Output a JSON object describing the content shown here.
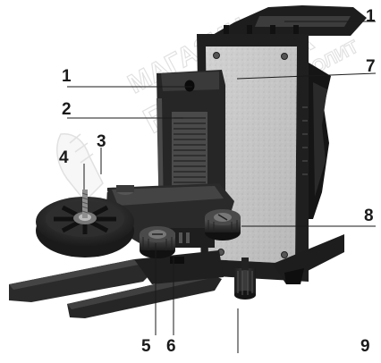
{
  "callouts": [
    {
      "id": "c1a",
      "label": "1"
    },
    {
      "id": "c1b",
      "label": "1"
    },
    {
      "id": "c7",
      "label": "7"
    },
    {
      "id": "c2",
      "label": "2"
    },
    {
      "id": "c3",
      "label": "3"
    },
    {
      "id": "c4",
      "label": "4"
    },
    {
      "id": "c8",
      "label": "8"
    },
    {
      "id": "c5",
      "label": "5"
    },
    {
      "id": "c6",
      "label": "6"
    },
    {
      "id": "c9",
      "label": "9"
    }
  ],
  "watermark": {
    "line1": "МАГАЗИН",
    "line2": "ВОЛЫНКА",
    "line3": "ПРОФОМОНОЛИТ"
  },
  "colors": {
    "plastic_dark": "#262626",
    "plastic_mid": "#3a3a3a",
    "plate_gray": "#b9b9b9",
    "plate_light": "#d8d8d8",
    "metal": "#8e8e8e"
  }
}
